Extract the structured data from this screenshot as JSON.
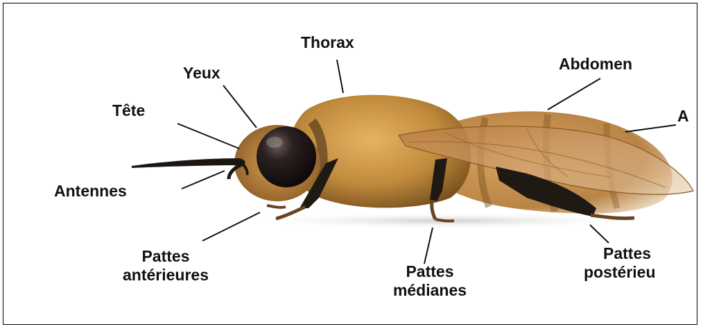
{
  "labels": {
    "thorax": "Thorax",
    "yeux": "Yeux",
    "abdomen": "Abdomen",
    "tete": "Tête",
    "ailes_partial": "A",
    "antennes": "Antennes",
    "pattes_anterieures_l1": "Pattes",
    "pattes_anterieures_l2": "antérieures",
    "pattes_medianes_l1": "Pattes",
    "pattes_medianes_l2": "médianes",
    "pattes_posterieures_l1": "Pattes",
    "pattes_posterieures_l2": "postérieu"
  },
  "colors": {
    "frame": "#000000",
    "leader_line": "#111111",
    "label_text": "#111111",
    "fur": "#c08a3c",
    "eye": "#1a1414",
    "wing": "#c89a6a"
  }
}
